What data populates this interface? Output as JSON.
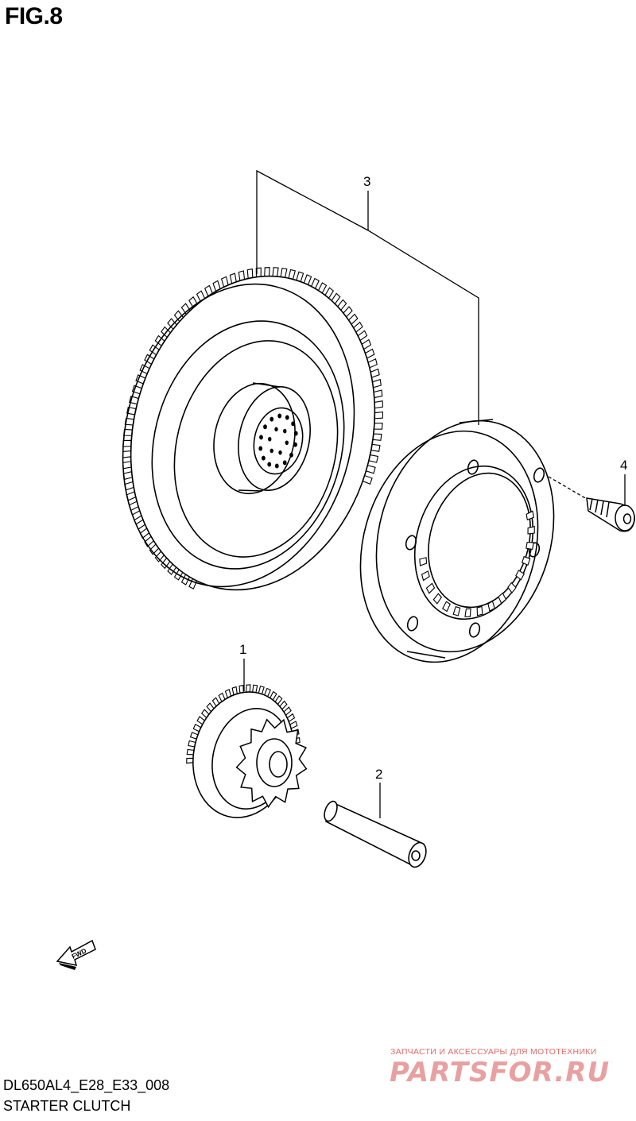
{
  "figure": {
    "title": "FIG.8"
  },
  "callouts": [
    {
      "id": "1",
      "label": "1"
    },
    {
      "id": "2",
      "label": "2"
    },
    {
      "id": "3",
      "label": "3"
    },
    {
      "id": "4",
      "label": "4"
    }
  ],
  "fwd_label": "FWD",
  "footer": {
    "code": "DL650AL4_E28_E33_008",
    "name": "STARTER CLUTCH"
  },
  "watermark": {
    "tagline": "ЗАПЧАСТИ И АКСЕССУАРЫ ДЛЯ МОТОТЕХНИКИ",
    "brand": "PARTSFOR.RU"
  }
}
